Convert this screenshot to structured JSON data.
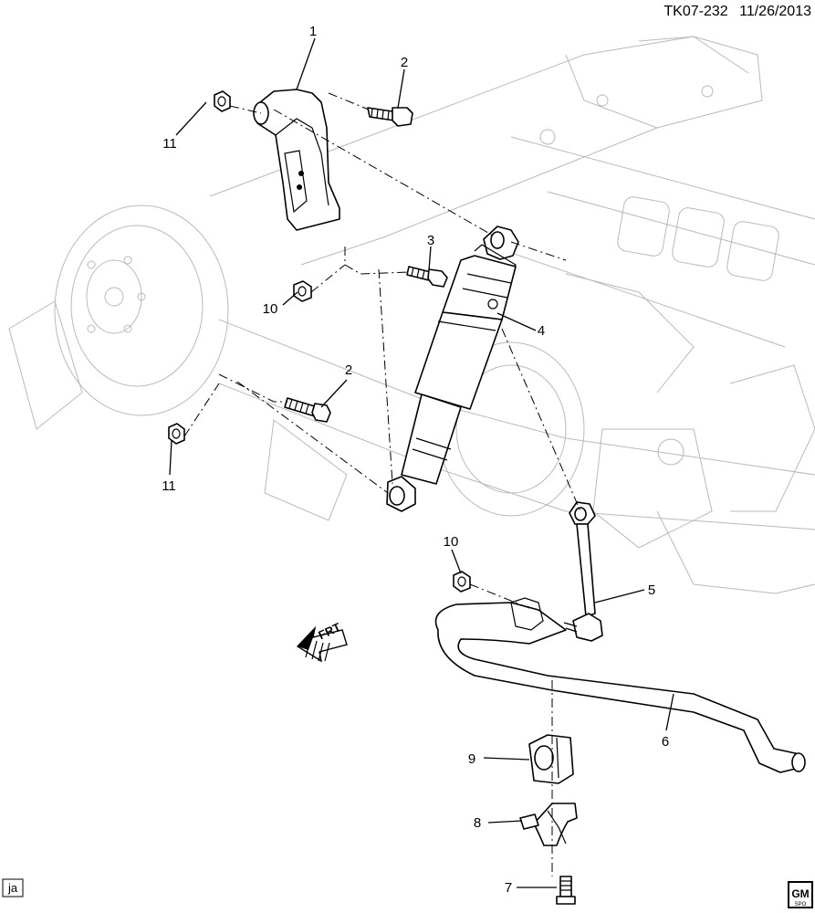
{
  "header": {
    "diagram_id": "TK07-232",
    "date": "11/26/2013"
  },
  "footer": {
    "author_initials": "ja",
    "brand_logo_text": "GM",
    "brand_logo_subtext": "SPO"
  },
  "orientation_arrow": {
    "label": "FRT"
  },
  "callouts": {
    "c1": "1",
    "c2a": "2",
    "c2b": "2",
    "c3": "3",
    "c4": "4",
    "c5": "5",
    "c6": "6",
    "c7": "7",
    "c8": "8",
    "c9": "9",
    "c10a": "10",
    "c10b": "10",
    "c11a": "11",
    "c11b": "11"
  }
}
